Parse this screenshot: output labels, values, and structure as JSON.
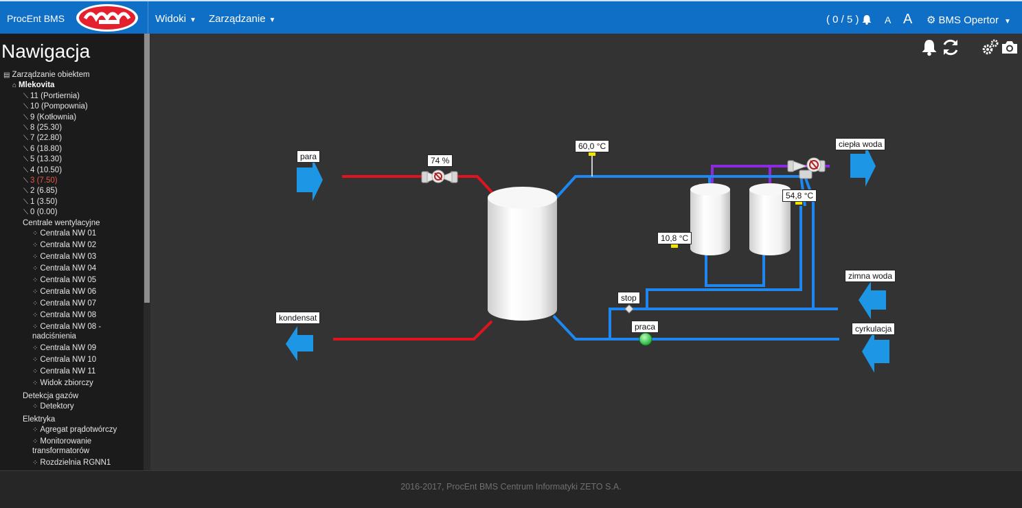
{
  "header": {
    "app_name": "ProcEnt BMS",
    "menu": [
      {
        "label": "Widoki"
      },
      {
        "label": "Zarządzanie"
      }
    ],
    "alarm_count": "( 0 / 5 )",
    "font_small": "A",
    "font_large": "A",
    "user": "BMS Opertor"
  },
  "sidebar": {
    "title": "Nawigacja",
    "root": "Zarządzanie obiektem",
    "site": "Mlekovita",
    "floors": [
      "11 (Portiernia)",
      "10 (Pompownia)",
      "9 (Kotłownia)",
      "8 (25.30)",
      "7 (22.80)",
      "6 (18.80)",
      "5 (13.30)",
      "4 (10.50)",
      "3 (7.50)",
      "2 (6.85)",
      "1 (3.50)",
      "0 (0.00)"
    ],
    "selected_floor": "3 (7.50)",
    "group_vent": "Centrale wentylacyjne",
    "vent_items": [
      "Centrala NW 01",
      "Centrala NW 02",
      "Centrala NW 03",
      "Centrala NW 04",
      "Centrala NW 05",
      "Centrala NW 06",
      "Centrala NW 07",
      "Centrala NW 08",
      "Centrala NW 08 -",
      "nadciśnienia",
      "Centrala NW 09",
      "Centrala NW 10",
      "Centrala NW 11",
      "Widok zbiorczy"
    ],
    "group_gas": "Detekcja gazów",
    "gas_items": [
      "Detektory"
    ],
    "group_elec": "Elektryka",
    "elec_items": [
      "Agregat prądotwórczy",
      "Monitorowanie",
      "transformatorów",
      "Rozdzielnia RGNN1"
    ]
  },
  "scheme": {
    "para": "para",
    "kondensat": "kondensat",
    "valve_pct": "74 %",
    "temp_supply": "60,0 °C",
    "temp_tank1": "10,8 °C",
    "temp_hot": "54,8 °C",
    "cieplo": "ciepła woda",
    "zimna": "zimna woda",
    "cyrkulacja": "cyrkulacja",
    "stop": "stop",
    "praca": "praca"
  },
  "colors": {
    "accent": "#0f6fc6",
    "steam_pipe": "#e0141e",
    "water_pipe": "#1e88f0",
    "hot_pipe": "#8a2be2",
    "arrow": "#1e96e6",
    "pump_on": "#22cc44",
    "sensor": "#f2e200"
  },
  "icons": [
    "bell-icon",
    "refresh-icon",
    "gears-icon",
    "camera-icon",
    "user-gear-icon",
    "building-icon",
    "floor-icon",
    "fan-icon"
  ],
  "footer": {
    "text": "2016-2017, ProcEnt BMS Centrum Informatyki ZETO S.A."
  }
}
